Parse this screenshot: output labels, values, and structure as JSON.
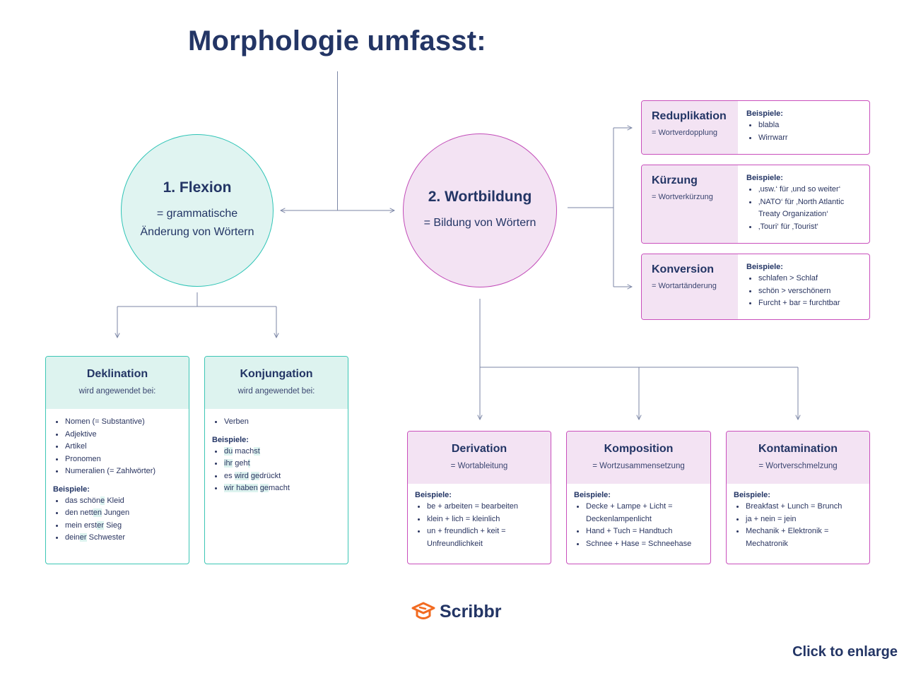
{
  "title": "Morphologie umfasst:",
  "flexion": {
    "title": "1. Flexion",
    "subtitle": "= grammatische Änderung von Wörtern",
    "deklination": {
      "title": "Deklination",
      "sub": "wird angewendet bei:",
      "items": [
        "Nomen (= Substantive)",
        "Adjektive",
        "Artikel",
        "Pronomen",
        "Numeralien (= Zahlwörter)"
      ],
      "examples_label": "Beispiele:",
      "examples": [
        {
          "pre": "das schön",
          "hl": "e",
          "post": " Kleid"
        },
        {
          "pre": "den nett",
          "hl": "en",
          "post": " Jungen"
        },
        {
          "pre": "mein erst",
          "hl": "er",
          "post": " Sieg"
        },
        {
          "pre": "dein",
          "hl": "er",
          "post": " Schwester"
        }
      ]
    },
    "konjugation": {
      "title": "Konjungation",
      "sub": "wird angewendet bei:",
      "items": [
        "Verben"
      ],
      "examples_label": "Beispiele:",
      "examples": [
        {
          "pre": "",
          "hl": "du",
          "post": " mach",
          "hl2": "st",
          "post2": ""
        },
        {
          "pre": "",
          "hl": "ihr",
          "post": " geh",
          "hl2": "t",
          "post2": ""
        },
        {
          "pre": "es ",
          "hl": "wird",
          "post": " ",
          "hl2": "ge",
          "post2": "drückt"
        },
        {
          "pre": "",
          "hl": "wir haben",
          "post": " ",
          "hl2": "ge",
          "post2": "macht"
        }
      ]
    }
  },
  "wortbildung": {
    "title": "2. Wortbildung",
    "subtitle": "= Bildung von Wörtern",
    "side": [
      {
        "title": "Reduplikation",
        "sub": "= Wortverdopplung",
        "examples_label": "Beispiele:",
        "examples": [
          "blabla",
          "Wirrwarr"
        ]
      },
      {
        "title": "Kürzung",
        "sub": "= Wortverkürzung",
        "examples_label": "Beispiele:",
        "examples": [
          "‚usw.‘ für ‚und so weiter‘",
          "‚NATO‘ für ‚North Atlantic Treaty Organization‘",
          "‚Touri‘ für ‚Tourist‘"
        ]
      },
      {
        "title": "Konversion",
        "sub": "= Wortartänderung",
        "examples_label": "Beispiele:",
        "examples": [
          "schlafen > Schlaf",
          "schön > verschönern",
          "Furcht + bar = furchtbar"
        ]
      }
    ],
    "bottom": [
      {
        "title": "Derivation",
        "sub": "= Wortableitung",
        "examples_label": "Beispiele:",
        "examples": [
          "be + arbeiten = bearbeiten",
          "klein + lich = kleinlich",
          "un + freundlich + keit = Unfreundlichkeit"
        ]
      },
      {
        "title": "Komposition",
        "sub": "= Wortzusammensetzung",
        "examples_label": "Beispiele:",
        "examples": [
          "Decke + Lampe + Licht = Deckenlampenlicht",
          "Hand + Tuch = Handtuch",
          "Schnee + Hase = Schneehase"
        ]
      },
      {
        "title": "Kontamination",
        "sub": "= Wortverschmelzung",
        "examples_label": "Beispiele:",
        "examples": [
          "Breakfast + Lunch = Brunch",
          "ja + nein = jein",
          "Mechanik + Elektronik = Mechatronik"
        ]
      }
    ]
  },
  "brand": {
    "name": "Scribbr",
    "icon": "graduation-cap-icon",
    "color": "#f26b21"
  },
  "enlarge": "Click to enlarge",
  "colors": {
    "teal": "#2ec4b6",
    "pink": "#c24bb8",
    "navy": "#233565",
    "line": "#7b86a6"
  }
}
